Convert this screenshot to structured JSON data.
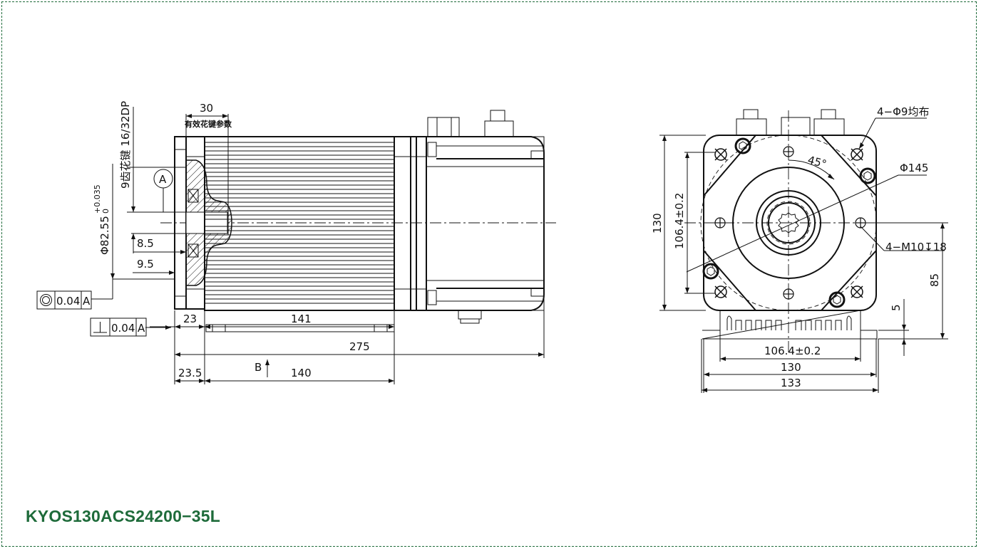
{
  "title": {
    "model": "KYOS130ACS24200−35L",
    "color": "#1e6b3a"
  },
  "frame": {
    "border_color": "#1e6b3a",
    "style": "dashed"
  },
  "side_view": {
    "spline_note": "9齿花键 16/32DP",
    "spline_length": "30",
    "spline_length_note": "有效花键参数",
    "datum_label": "A",
    "pilot_diameter": "Φ82.55",
    "pilot_tol_upper": "+0.035",
    "pilot_tol_lower": "0",
    "dim_8_5": "8.5",
    "dim_9_5": "9.5",
    "concentricity": {
      "symbol": "◎",
      "tolerance": "0.04",
      "datum": "A"
    },
    "perpendicularity": {
      "symbol": "⊥",
      "tolerance": "0.04",
      "datum": "A"
    },
    "dim_23": "23",
    "dim_141": "141",
    "dim_275": "275",
    "dim_23_5": "23.5",
    "dim_140": "140",
    "view_label": "B"
  },
  "end_view": {
    "hole_note": "4−Φ9均布",
    "angle": "45°",
    "bolt_circle": "Φ145",
    "thread_note": "4−M10↧18",
    "height_130": "130",
    "vert_106": "106.4±0.2",
    "dim_85": "85",
    "dim_5": "5",
    "horiz_106": "106.4±0.2",
    "width_130": "130",
    "width_133": "133"
  }
}
